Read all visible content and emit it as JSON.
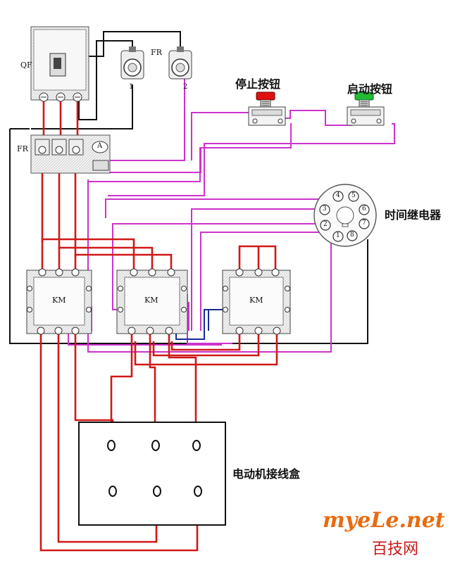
{
  "labels": {
    "qf": "QF",
    "fr_top": "FR",
    "fr_side": "FR",
    "fr_port_1": "1",
    "fr_port_2": "2",
    "stop_button": "停止按钮",
    "start_button": "启动按钮",
    "time_relay": "时间继电器",
    "km_1": "KM",
    "km_2": "KM",
    "km_3": "KM",
    "ammeter": "A",
    "motor_box": "电动机接线盒",
    "relay_pins": [
      "1",
      "2",
      "3",
      "4",
      "5",
      "6",
      "7",
      "8"
    ]
  },
  "watermark": {
    "line1": "myeLe.net",
    "line2": "百技网"
  },
  "colors": {
    "power_wire": "#d01818",
    "control_wire": "#cc33cc",
    "black_wire": "#111111",
    "blue_wire": "#1a2a9a",
    "stop_red": "#e01010",
    "start_green": "#22bb33",
    "watermark_orange": "#e96b10",
    "watermark_red": "#c81818"
  }
}
